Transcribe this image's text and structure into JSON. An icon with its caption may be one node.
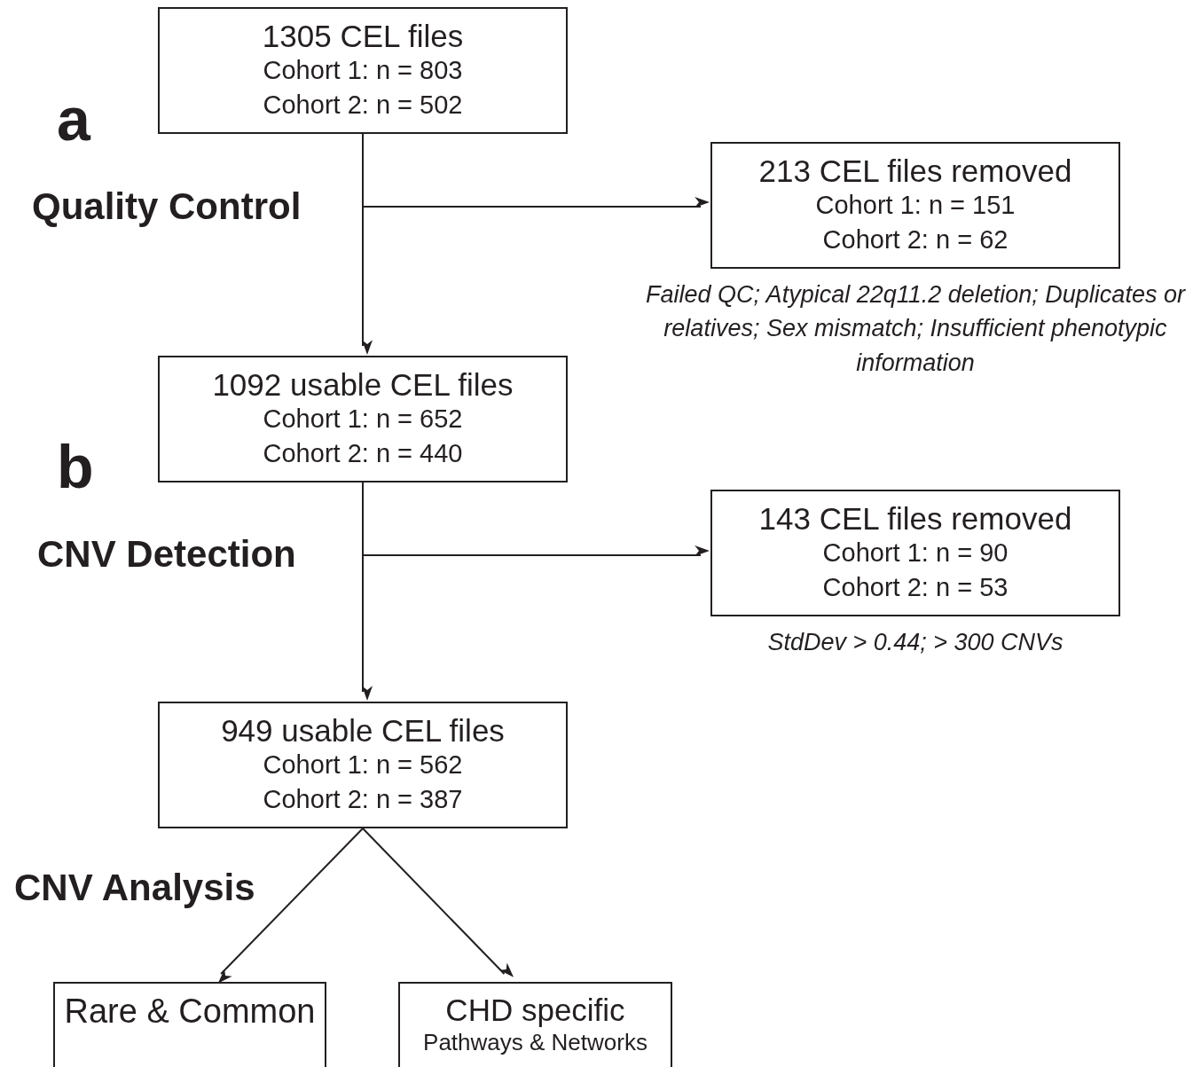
{
  "diagram": {
    "nodes": [
      {
        "text": [
          "1305 CEL files",
          "Cohort 1: n = 803",
          "Cohort 2: n = 502"
        ]
      },
      {
        "text": [
          "213 CEL files removed",
          "Cohort 1: n = 151",
          "Cohort 2: n = 62"
        ],
        "beside": [
          "Failed QC; Atypical 22q11.2 deletion; Duplicates or relatives; Sex mismatch; Insufficient phenotypic information"
        ]
      },
      {
        "text": [
          "1092 usable CEL files",
          "Cohort 1: n = 652",
          "Cohort 2: n = 440"
        ]
      },
      {
        "text": [
          "143 CEL files removed",
          "Cohort 1: n = 90",
          "Cohort 2: n = 53"
        ],
        "beside": [
          "StdDev > 0.44; > 300 CNVs"
        ]
      },
      {
        "text": [
          "949 usable CEL files",
          "Cohort 1: n = 562",
          "Cohort 2: n = 387"
        ]
      },
      {
        "text": [
          "Rare & Common"
        ]
      },
      {
        "text": [
          "CHD specific",
          "Pathways & Networks"
        ]
      }
    ],
    "edges": [
      {
        "from": 0,
        "to": 2,
        "arrow": "to"
      },
      {
        "from": 0,
        "to": 1,
        "arrow": "to"
      },
      {
        "from": 2,
        "to": 4,
        "arrow": "to"
      },
      {
        "from": 2,
        "to": 3,
        "arrow": "to"
      },
      {
        "from": 4,
        "to": 5,
        "arrow": "to"
      },
      {
        "from": 4,
        "to": 6,
        "arrow": "to"
      }
    ],
    "labels": [
      "a",
      "Quality Control",
      "b",
      "CNV Detection",
      "CNV Analysis"
    ]
  }
}
